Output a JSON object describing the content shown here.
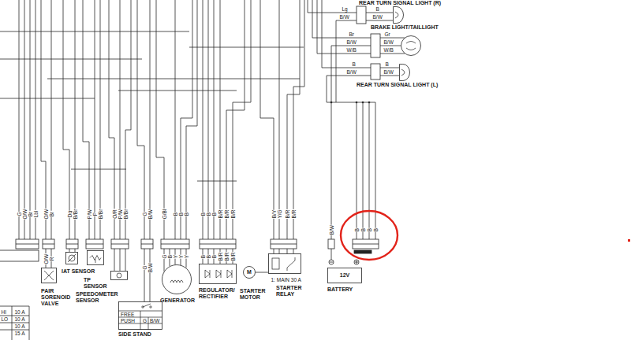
{
  "diagram": {
    "nodes": [
      {
        "text": [
          "REAR TURN SIGNAL LIGHT (R)"
        ]
      },
      {
        "text": [
          "BRAKE LIGHT/TAILLIGHT"
        ]
      },
      {
        "text": [
          "REAR TURN SIGNAL LIGHT (L)"
        ]
      },
      {
        "text": [
          "PAIR SORENOID VALVE"
        ]
      },
      {
        "text": [
          "IAT SENSOR"
        ]
      },
      {
        "text": [
          "TP SENSOR"
        ]
      },
      {
        "text": [
          "SPEEDOMETER SENSOR"
        ]
      },
      {
        "text": [
          "FREE",
          "PUSH",
          "G",
          "B/W",
          "SIDE STAND"
        ]
      },
      {
        "text": [
          "GENERATOR"
        ]
      },
      {
        "text": [
          "REGULATOR/ RECTIFIER"
        ]
      },
      {
        "text": [
          "M",
          "STARTER MOTOR"
        ]
      },
      {
        "text": [
          "STARTER RELAY"
        ]
      },
      {
        "text": [
          "12V",
          "BATTERY"
        ]
      }
    ],
    "labels": [
      "Lg",
      "B/W",
      "B",
      "B/W",
      "Br",
      "B/W",
      "W/B",
      "Gr",
      "B/W",
      "W/B",
      "B",
      "B/W",
      "B",
      "B/W",
      "G",
      "O/W",
      "Br",
      "Lbl",
      "O/W",
      "Br",
      "O/W",
      "R",
      "Dg",
      "B/Br",
      "P/W",
      "P",
      "B/Br",
      "O/R",
      "P/W",
      "B/Br",
      "G",
      "B/W",
      "G",
      "B/W",
      "G/Bl",
      "B",
      "B",
      "B",
      "G",
      "B",
      "Y",
      "Y",
      "Y",
      "B",
      "B",
      "B",
      "B/R",
      "B/R",
      "B/R",
      "B",
      "B",
      "B",
      "B/R",
      "B/R",
      "B/R",
      "B/Y",
      "Y/G",
      "B/R",
      "B/R",
      "1: MAIN 30 A",
      "B/W",
      "B",
      "B",
      "B",
      "B",
      "HI",
      "10 A",
      "LO",
      "10 A",
      "10 A",
      "15 A"
    ]
  }
}
